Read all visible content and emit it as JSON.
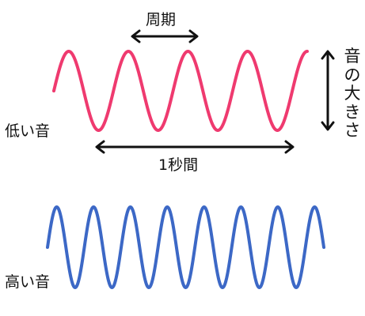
{
  "labels": {
    "period": "周期",
    "one_second": "1秒間",
    "loudness": "音の大きさ",
    "low_sound": "低い音",
    "high_sound": "高い音"
  },
  "colors": {
    "low_wave": "#ef3a6f",
    "high_wave": "#3c68c6",
    "arrow": "#111111"
  },
  "waves": {
    "low_sound": {
      "cycles_shown": 4.25
    },
    "high_sound": {
      "cycles_shown": 7.5
    }
  }
}
